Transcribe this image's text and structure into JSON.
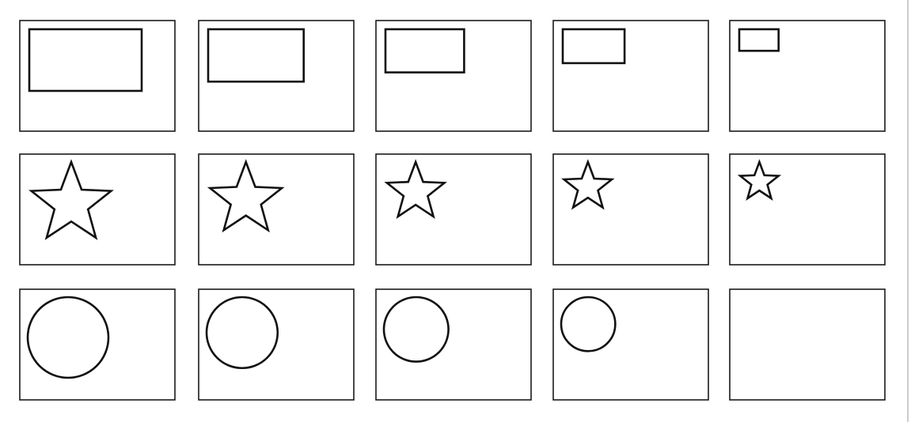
{
  "figure": {
    "description_shapes": [
      "rectangle",
      "star",
      "circle"
    ],
    "rows": [
      {
        "shape": "rectangle",
        "relative_sizes": [
          1.0,
          0.85,
          0.7,
          0.55,
          0.35
        ]
      },
      {
        "shape": "star",
        "relative_sizes": [
          1.0,
          0.9,
          0.72,
          0.6,
          0.48
        ]
      },
      {
        "shape": "circle",
        "relative_sizes": [
          1.0,
          0.88,
          0.8,
          0.67,
          0
        ]
      }
    ],
    "columns": 5,
    "colors": {
      "stroke": "#111111",
      "background": "#ffffff"
    }
  }
}
